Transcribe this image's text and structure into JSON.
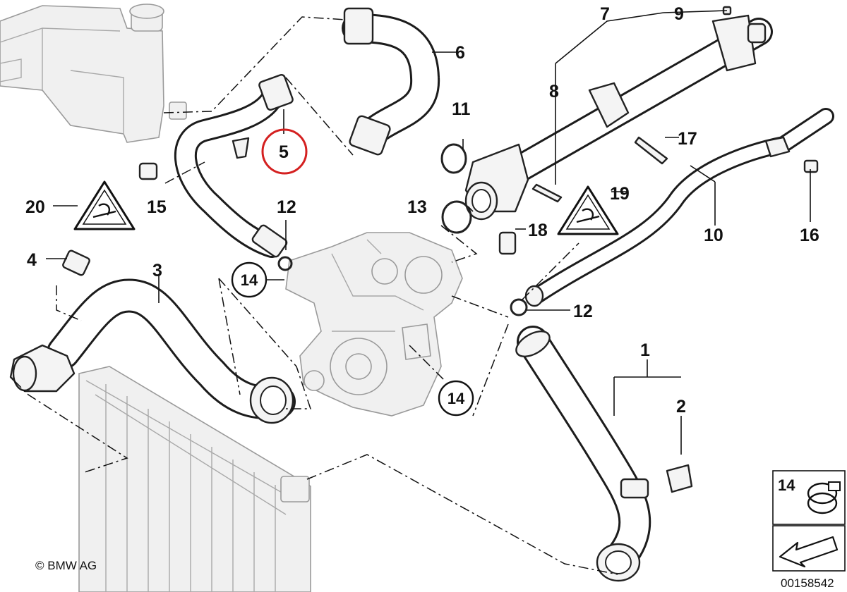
{
  "callouts": {
    "p1": "1",
    "p2": "2",
    "p3": "3",
    "p4": "4",
    "p5": "5",
    "p6": "6",
    "p7": "7",
    "p8": "8",
    "p9": "9",
    "p10": "10",
    "p11": "11",
    "p12a": "12",
    "p12b": "12",
    "p13": "13",
    "p14a": "14",
    "p14b": "14",
    "p15": "15",
    "p16": "16",
    "p17": "17",
    "p18": "18",
    "p19": "19",
    "p20": "20"
  },
  "legend": {
    "label": "14"
  },
  "footer": {
    "copyright": "© BMW AG",
    "drawing_number": "00158542"
  },
  "colors": {
    "highlight_circle": "#d42020",
    "line": "#111111",
    "ghost": "#a8a8a8"
  },
  "icons": {
    "warning_triangle": "hot-coolant-warning-icon",
    "install_arrow": "install-direction-arrow-icon"
  }
}
